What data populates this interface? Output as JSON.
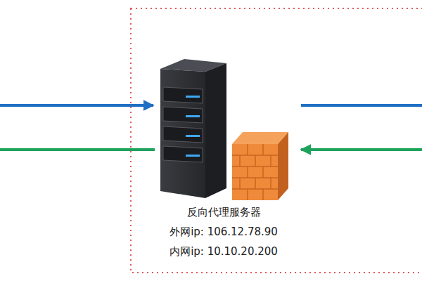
{
  "diagram": {
    "nodes": [
      {
        "text": [
          "反向代理服务器",
          "外网ip: 106.12.78.90",
          "内网ip: 10.10.20.200"
        ]
      }
    ]
  }
}
